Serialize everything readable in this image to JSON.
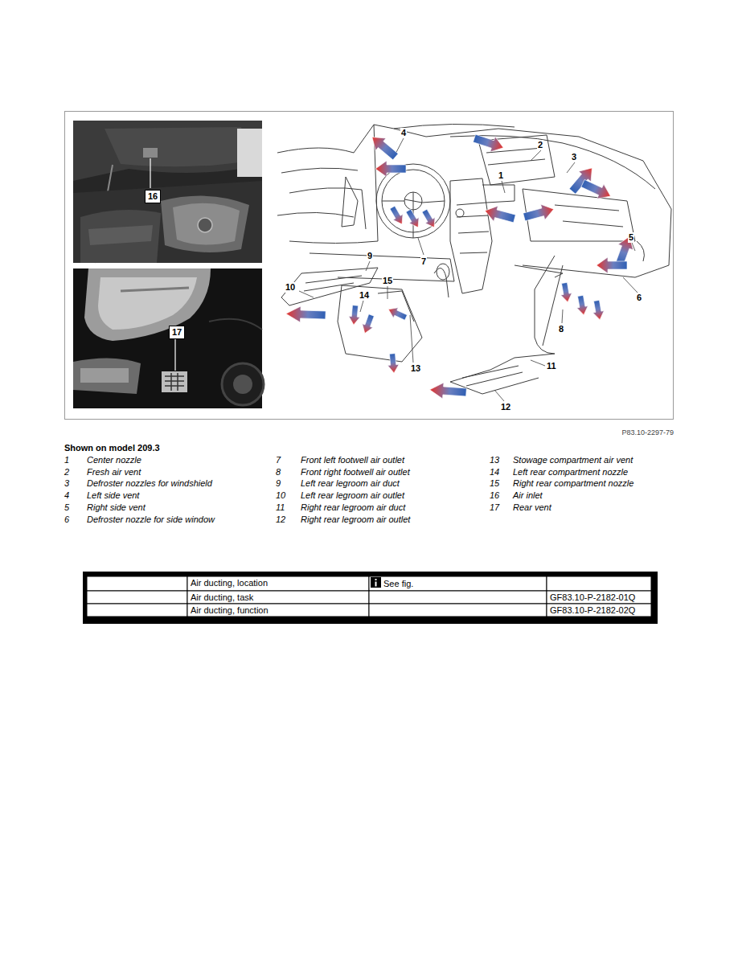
{
  "diagram": {
    "title": "Shown on model 209.3",
    "labels": [
      "16",
      "17",
      "4",
      "2",
      "3",
      "1",
      "5",
      "6",
      "7",
      "8",
      "9",
      "10",
      "14",
      "15",
      "13",
      "11",
      "12",
      "P83.10-2297-79",
      "1",
      "Center nozzle",
      "2",
      "Fresh air vent",
      "3",
      "Defroster nozzles for windshield",
      "4",
      "Left side vent",
      "5",
      "Right side vent",
      "6",
      "Defroster nozzle for side window",
      "7",
      "Front left footwell air outlet",
      "8",
      "Front right footwell air outlet",
      "9",
      "Left rear legroom air duct",
      "10",
      "Left rear legroom air outlet",
      "11",
      "Right rear legroom air duct",
      "12",
      "Right rear legroom air outlet",
      "13",
      "Stowage compartment air vent",
      "14",
      "Left rear compartment nozzle",
      "15",
      "Right rear compartment nozzle",
      "16",
      "Air inlet",
      "17",
      "Rear vent",
      "Air ducting, location",
      "See fig.",
      "Air ducting, task",
      "GF83.10-P-2182-01Q",
      "Air ducting, function",
      "GF83.10-P-2182-02Q"
    ]
  }
}
